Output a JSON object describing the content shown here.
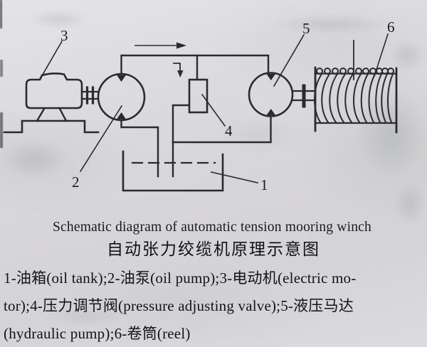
{
  "page": {
    "type": "scanned textbook figure",
    "background_color": "#d9d8dc",
    "ink_color": "#2b2a30"
  },
  "caption": {
    "english": "Schematic diagram of automatic tension mooring winch",
    "chinese": "自动张力绞缆机原理示意图"
  },
  "legend": {
    "lines": [
      "1-油箱(oil tank);2-油泵(oil pump);3-电动机(electric mo-",
      "tor);4-压力调节阀(pressure adjusting valve);5-液压马达",
      "(hydraulic pump);6-卷筒(reel)"
    ]
  },
  "diagram": {
    "callouts": [
      {
        "number": "1",
        "part": "oil tank"
      },
      {
        "number": "2",
        "part": "oil pump"
      },
      {
        "number": "3",
        "part": "electric motor"
      },
      {
        "number": "4",
        "part": "pressure adjusting valve"
      },
      {
        "number": "5",
        "part": "hydraulic pump (motor)"
      },
      {
        "number": "6",
        "part": "reel"
      }
    ],
    "annotations": [
      "flow-direction-arrow",
      "valve-inlet-arrow",
      "oil-level-dashed-line",
      "mooring-rope-line"
    ]
  }
}
